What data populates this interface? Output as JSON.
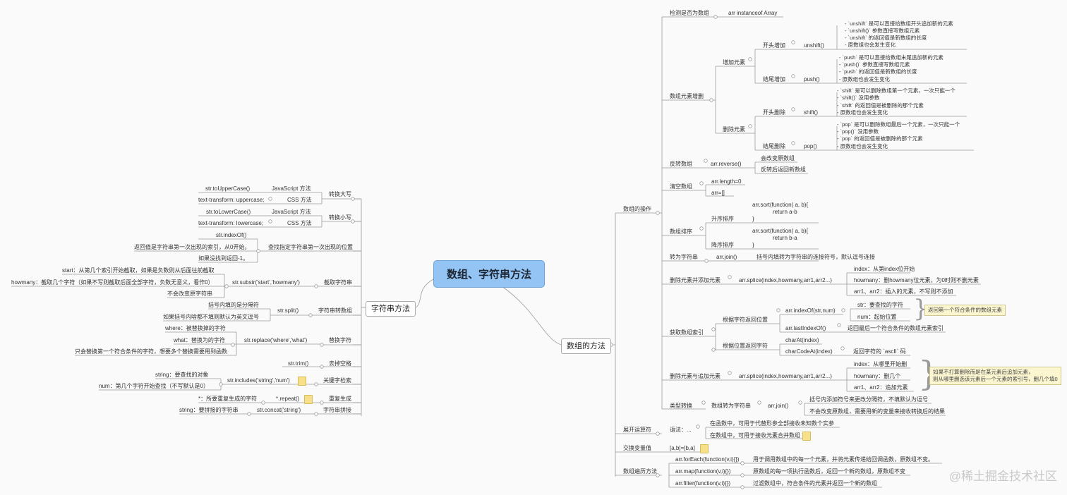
{
  "title": "数组、字符串方法",
  "left_branch": {
    "label": "字符串方法",
    "groups": {
      "upper": {
        "label": "转换大写",
        "a": "str.toUpperCase()",
        "a_note": "JavaScript 方法",
        "b": "text-transform: uppercase;",
        "b_note": "CSS 方法"
      },
      "lower": {
        "label": "转换小写",
        "a": "str.toLowerCase()",
        "a_note": "JavaScript 方法",
        "b": "text-transform: lowercase;",
        "b_note": "CSS 方法"
      },
      "indexof": {
        "label": "查找指定字符串第一次出现的位置",
        "method": "str.indexOf()",
        "d1": "返回值是字符串第一次出现的索引，从0开始。",
        "d2": "如果没找到返回-1。"
      },
      "substr": {
        "label": "截取字符串",
        "method": "str.substr('start','howmany')",
        "d1": "start：从第几个索引开始截取，如果是负数则从后面往前截取",
        "d2": "howmany：截取几个字符（如果不写则截取后面全部字符，负数无意义，看作0）",
        "d3": "不会改变原字符串"
      },
      "split": {
        "label": "字符串转数组",
        "method": "str.split()",
        "d1": "括号内填的是分隔符",
        "d2": "如果括号内啥都不填则默认为英文逗号"
      },
      "replace": {
        "label": "替换字符",
        "method": "str.replace('where','what')",
        "d1": "where：被替换掉的字符",
        "d2": "what：替换为的字符",
        "d3": "只会替换第一个符合条件的字符，想要多个替换需要用到函数"
      },
      "trim": {
        "label": "去掉空格",
        "method": "str.trim()"
      },
      "includes": {
        "label": "关键字检索",
        "method": "str.includes('string','num')",
        "d1": "string：要查找的对象",
        "d2": "num：第几个字符开始查找（不写默认是0）"
      },
      "repeat": {
        "label": "重复生成",
        "method": "*.repeat()",
        "d1": "*：所要重复生成的字符"
      },
      "concat": {
        "label": "字符串拼接",
        "method": "str.concat('string')",
        "d1": "string：要拼接的字符串"
      }
    }
  },
  "right_branch": {
    "label": "数组的方法",
    "ops": {
      "label": "数组的操作",
      "isarray": {
        "label": "检测是否为数组",
        "value": "arr instanceof Array"
      },
      "addremove": {
        "label": "数组元素增删",
        "add": {
          "label": "增加元素",
          "head": {
            "label": "开头增加",
            "method": "unshift()",
            "lines": [
              "- `unshift` 是可以直接给数组开头追加新的元素",
              "- `unshift()` 参数直接写数组元素",
              "- `unshift` 的返回值是新数组的长度",
              "- 原数组也会发生变化"
            ]
          },
          "tail": {
            "label": "结尾增加",
            "method": "push()",
            "lines": [
              "- `push` 是可以直接给数组末尾追加新的元素",
              "- `push()` 参数直接写数组元素",
              "- `push` 的返回值是新数组的长度",
              "- 原数组也会发生变化"
            ]
          }
        },
        "del": {
          "label": "删除元素",
          "head": {
            "label": "开头删除",
            "method": "shift()",
            "lines": [
              "- `shift` 是可以删除数组第一个元素，一次只能一个",
              "- `shift()` 没用参数",
              "- `shift` 的返回值是被删除的那个元素",
              "- 原数组也会发生变化"
            ]
          },
          "tail": {
            "label": "结尾删除",
            "method": "pop()",
            "lines": [
              "- `pop` 是可以删除数组最后一个元素，一次只能一个",
              "- `pop()` 没用参数",
              "- `pop` 的返回值是被删除的那个元素",
              "- 原数组也会发生变化"
            ]
          }
        }
      },
      "reverse": {
        "label": "反转数组",
        "method": "arr.reverse()",
        "d1": "会改变原数组",
        "d2": "反转后返回新数组"
      },
      "clear": {
        "label": "清空数组",
        "a": "arr.length=0",
        "b": "arr=[]"
      },
      "sort": {
        "label": "数组排序",
        "asc": "升序排序",
        "desc": "降序排序",
        "asc_code": [
          "arr.sort(function( a, b){",
          "return a-b",
          "}"
        ],
        "desc_code": [
          "arr.sort(function( a, b){",
          "return b-a",
          "}"
        ]
      },
      "join": {
        "label": "转为字符串",
        "method": "arr.join()",
        "desc": "括号内填转为字符串的连接符号，默认逗号连接"
      },
      "splice1": {
        "label": "删除元素并添加元素",
        "method": "arr.splice(index,howmany,arr1,arr2...)",
        "d1": "index：从第index位开始",
        "d2": "howmany：删howmany位元素，为0时则不删元素",
        "d3": "arr1、arr2：插入的元素，不写则不添加"
      },
      "getindex": {
        "label": "获取数组索引",
        "by_char": "根据字符返回位置",
        "indexof": "arr.indexOf(str,num)",
        "str_note": "str：要查找的字符",
        "num_note": "num：起始位置",
        "callout": "返回第一个符合条件的数组元素",
        "lastindexof": "arr.lastIndexOf()",
        "last_note": "返回最后一个符合条件的数组元素索引",
        "by_pos": "根据位置返回字符",
        "charat": "charAt(index)",
        "charcodeat": "charCodeAt(index)",
        "code_note": "返回字符的 `ascII` 码"
      },
      "splice2": {
        "label": "删除元素与追加元素",
        "method": "arr.splice(index,howmany,arr1,arr2...)",
        "d1": "index：从哪里开始删",
        "d2": "howmany：删几个",
        "d3": "arr1、arr2：追加元素",
        "callout1": "如果不打算删除而是在某元素后追加元素，",
        "callout2": "则从哪里删选该元素后一个元素的索引号，删几个填0"
      },
      "convert": {
        "label": "类型转换",
        "sub": "数组转为字符串",
        "method": "arr.join()",
        "d1": "括号内添加符号来更改分隔符，不填默认为逗号",
        "d2": "不会改变原数组，需要用新的变量来接收转换后的结果"
      }
    },
    "spread": {
      "label": "展开运算符",
      "syntax": "语法：...",
      "d1": "在函数中，可用于代替形参全部接收未知数个实参",
      "d2": "在数组中，可用于接收元素合并数组"
    },
    "swap": {
      "label": "交换变量值",
      "value": "[a,b]=[b,a]"
    },
    "traverse": {
      "label": "数组遍历方法",
      "foreach": "arr.forEach(function(v,i){})",
      "foreach_d": "用于调用数组中的每一个元素，并将元素传递给回调函数，原数组不变。",
      "map": "arr.map(function(v,i){})",
      "map_d": "原数组的每一项执行函数后，返回一个新的数组，原数组不变",
      "filter": "arr.filter(function(v,i){})",
      "filter_d": "过滤数组中，符合条件的元素并返回一个新的数组"
    }
  },
  "watermark": "@稀土掘金技术社区"
}
